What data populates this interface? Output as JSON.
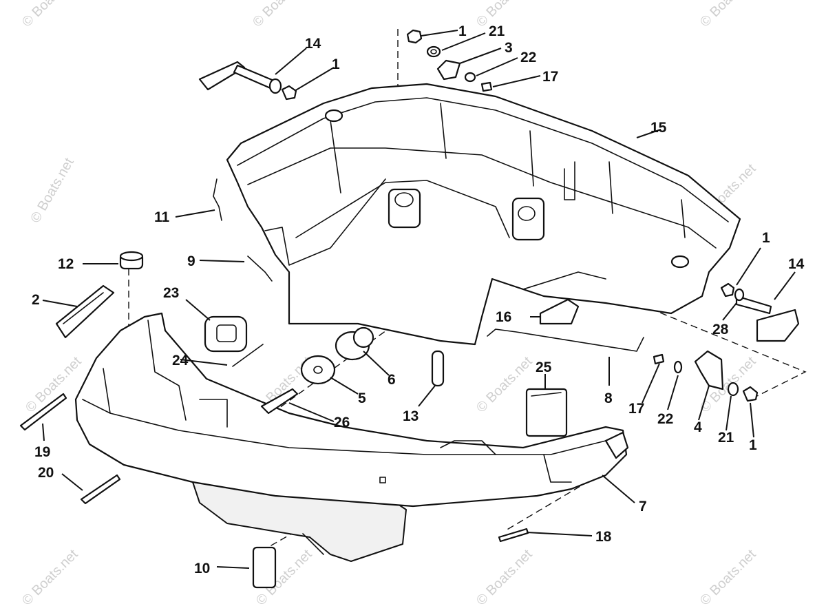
{
  "diagram": {
    "callouts": [
      {
        "id": "1a",
        "label": "1"
      },
      {
        "id": "21a",
        "label": "21"
      },
      {
        "id": "3",
        "label": "3"
      },
      {
        "id": "22a",
        "label": "22"
      },
      {
        "id": "17a",
        "label": "17"
      },
      {
        "id": "14a",
        "label": "14"
      },
      {
        "id": "1b",
        "label": "1"
      },
      {
        "id": "15",
        "label": "15"
      },
      {
        "id": "11",
        "label": "11"
      },
      {
        "id": "9",
        "label": "9"
      },
      {
        "id": "12",
        "label": "12"
      },
      {
        "id": "2",
        "label": "2"
      },
      {
        "id": "23",
        "label": "23"
      },
      {
        "id": "1c",
        "label": "1"
      },
      {
        "id": "14b",
        "label": "14"
      },
      {
        "id": "28",
        "label": "28"
      },
      {
        "id": "16",
        "label": "16"
      },
      {
        "id": "24",
        "label": "24"
      },
      {
        "id": "6",
        "label": "6"
      },
      {
        "id": "5",
        "label": "5"
      },
      {
        "id": "13",
        "label": "13"
      },
      {
        "id": "25",
        "label": "25"
      },
      {
        "id": "8",
        "label": "8"
      },
      {
        "id": "17b",
        "label": "17"
      },
      {
        "id": "22b",
        "label": "22"
      },
      {
        "id": "4",
        "label": "4"
      },
      {
        "id": "21b",
        "label": "21"
      },
      {
        "id": "1d",
        "label": "1"
      },
      {
        "id": "26",
        "label": "26"
      },
      {
        "id": "19",
        "label": "19"
      },
      {
        "id": "20",
        "label": "20"
      },
      {
        "id": "7",
        "label": "7"
      },
      {
        "id": "18",
        "label": "18"
      },
      {
        "id": "10",
        "label": "10"
      }
    ],
    "watermark": "© Boats.net"
  }
}
